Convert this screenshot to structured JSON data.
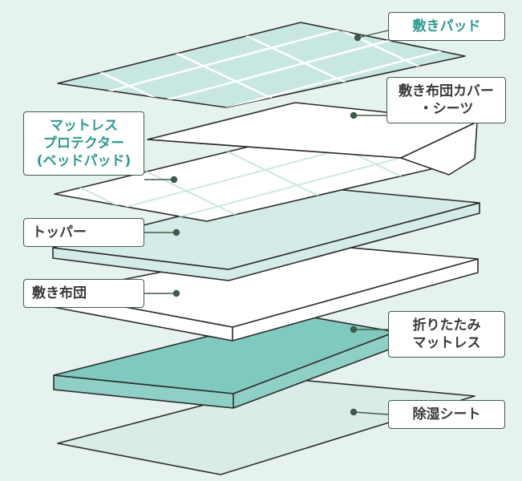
{
  "labels": {
    "shiki_pad": "敷きパッド",
    "futon_cover_1": "敷き布団カバー",
    "futon_cover_2": "・シーツ",
    "protector_1": "マットレス",
    "protector_2": "プロテクター",
    "protector_3": "(ベッドパッド)",
    "topper": "トッパー",
    "shiki_futon": "敷き布団",
    "folding_1": "折りたたみ",
    "folding_2": "マットレス",
    "dehumid": "除湿シート"
  },
  "colors": {
    "background": "#e6f2ef",
    "outline": "#2c2c2c",
    "pad_fill": "#c9e7e1",
    "white": "#ffffff",
    "topper_fill": "#d4ebe7",
    "mattress_top": "#7fc9bf",
    "mattress_side": "#8fd0c6",
    "sheet_fill": "#d9ece8",
    "label_border": "#3f5a48",
    "label_teal": "#2e9a8e",
    "label_dark": "#3a3a3a",
    "leader": "#3f5a48"
  }
}
